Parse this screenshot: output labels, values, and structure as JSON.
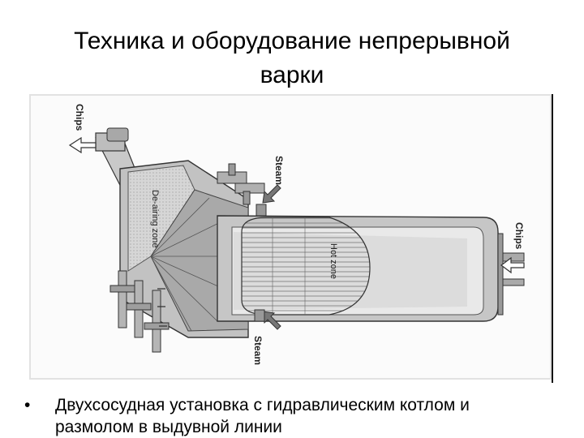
{
  "slide": {
    "title_line1": "Техника и оборудование непрерывной",
    "title_line2": "варки"
  },
  "figure": {
    "labels": {
      "chips_out": "Chips",
      "chips_in": "Chips",
      "steam_top": "Steam",
      "steam_bottom": "Steam",
      "dearing_zone": "De-airing zone",
      "hot_zone": "Hot zone"
    }
  },
  "bullets": [
    {
      "line1": "Двухсосудная установка с гидравлическим котлом и",
      "line2": "размолом в выдувной линии"
    }
  ],
  "colors": {
    "line": "#333333",
    "shade_light": "#d8d8d8",
    "shade_mid": "#b8b8b8",
    "shade_dark": "#8c8c8c"
  }
}
